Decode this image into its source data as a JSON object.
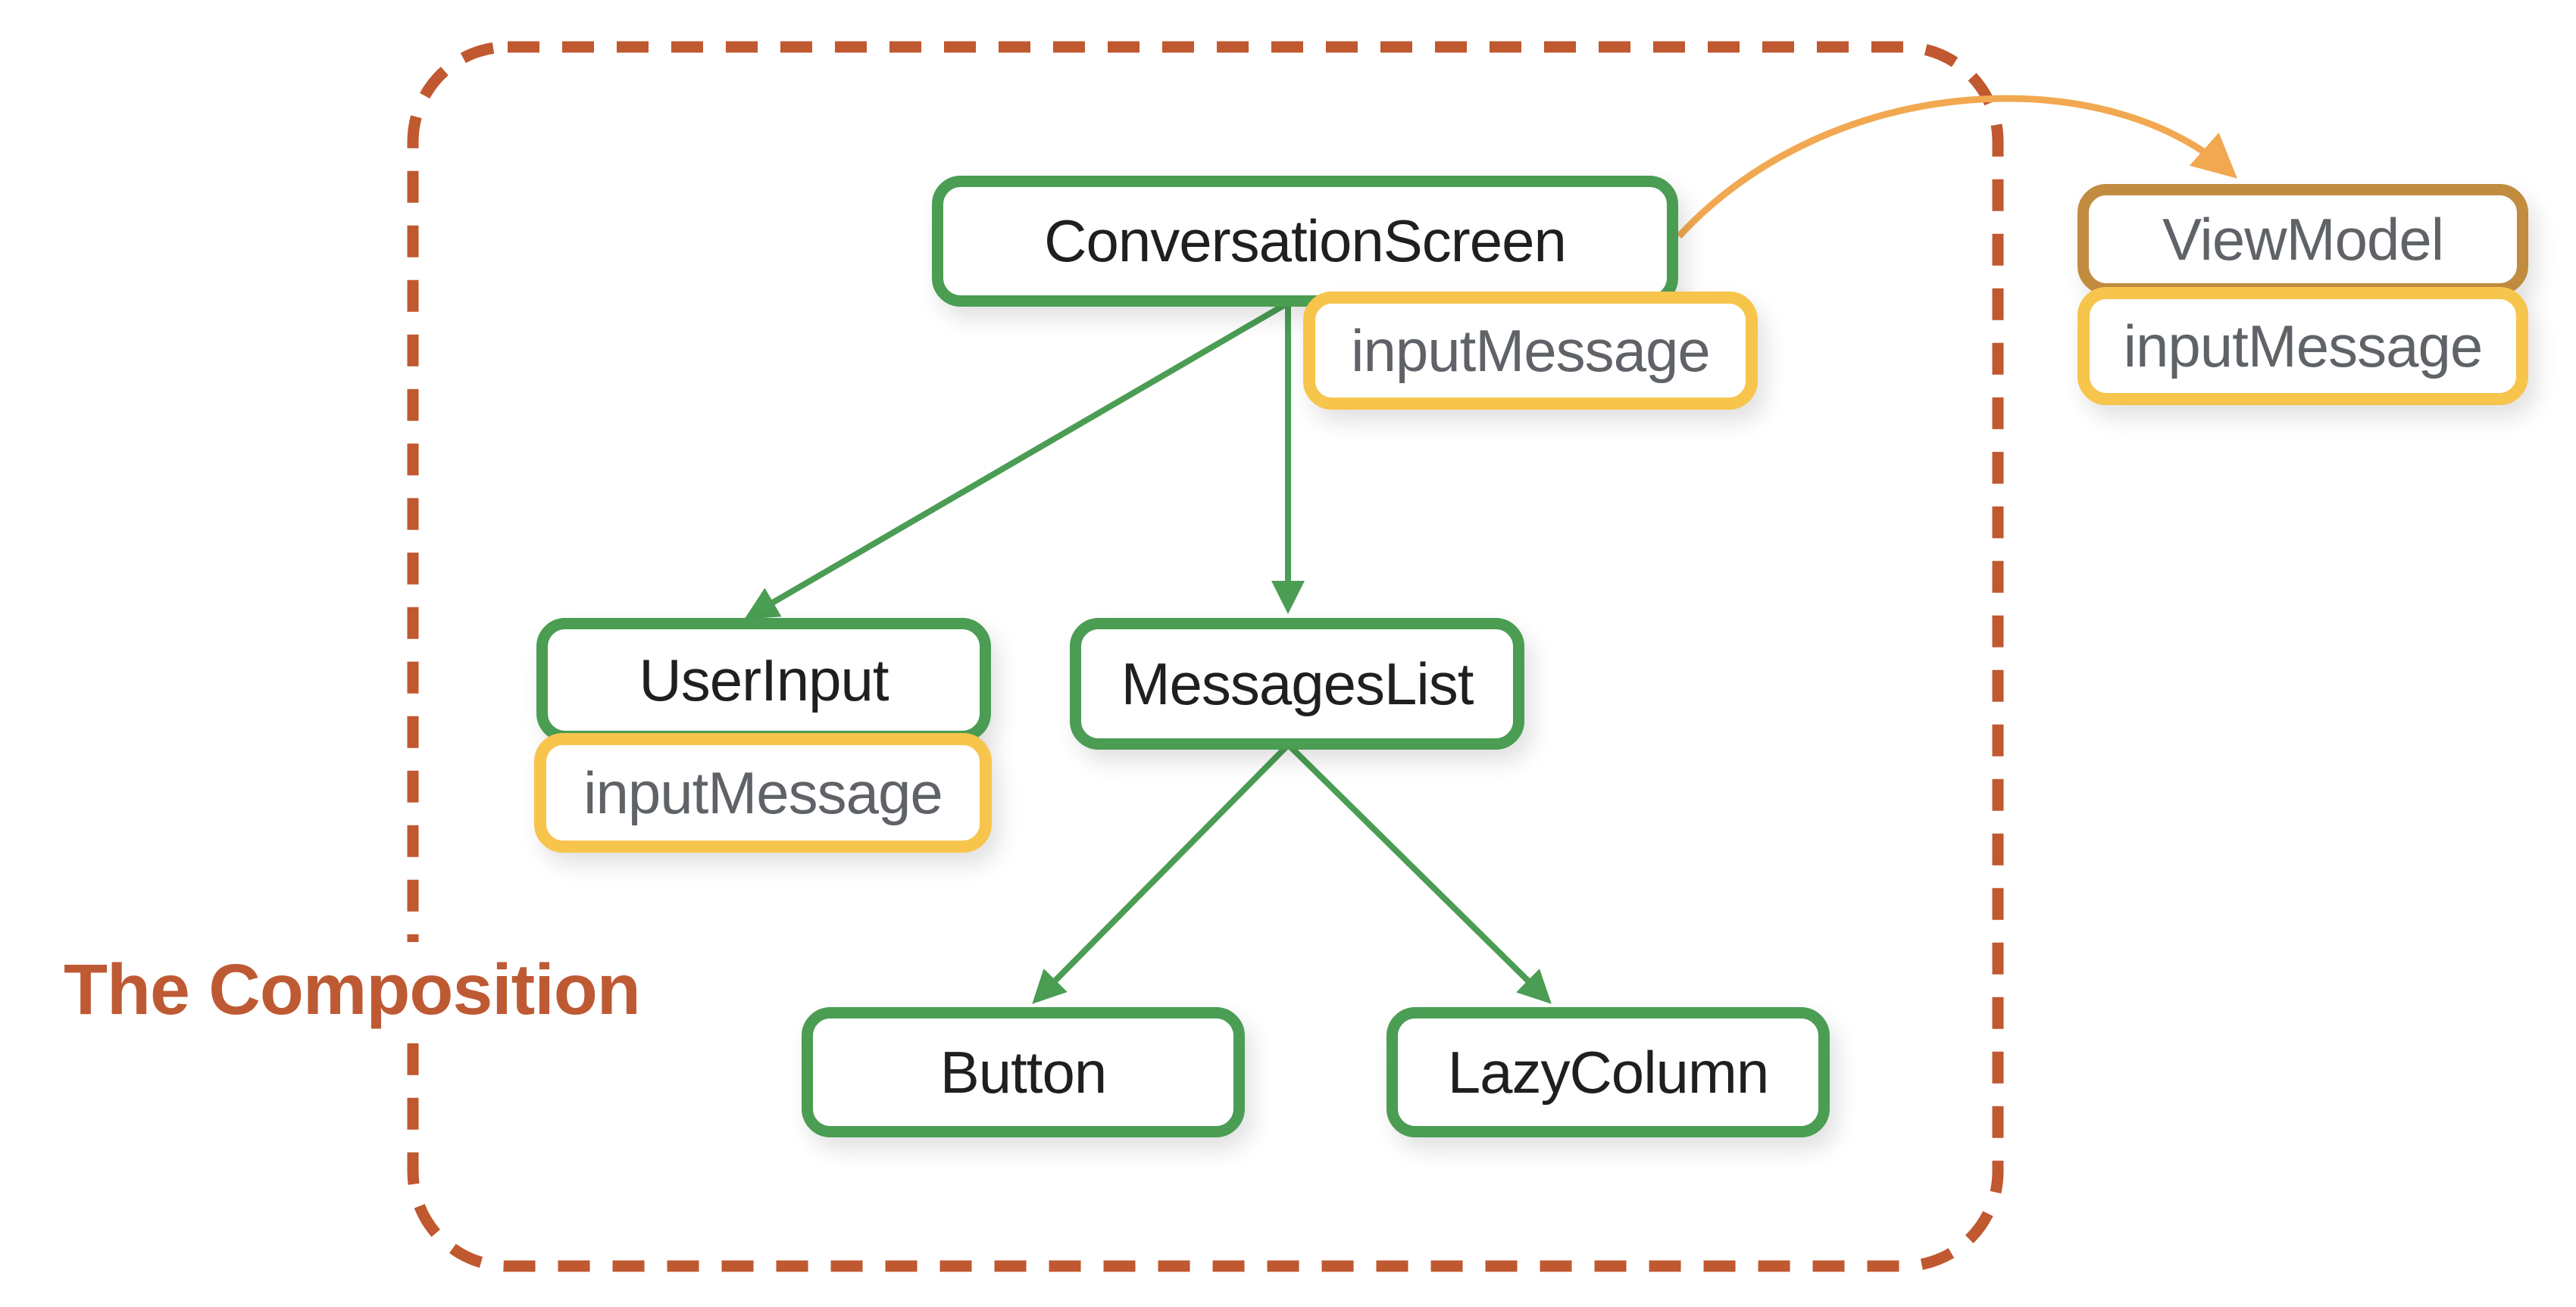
{
  "diagram": {
    "title": "The Composition",
    "nodes": [
      {
        "id": "conversation-screen",
        "label": "ConversationScreen",
        "kind": "composable"
      },
      {
        "id": "user-input",
        "label": "UserInput",
        "kind": "composable"
      },
      {
        "id": "messages-list",
        "label": "MessagesList",
        "kind": "composable"
      },
      {
        "id": "button",
        "label": "Button",
        "kind": "composable"
      },
      {
        "id": "lazy-column",
        "label": "LazyColumn",
        "kind": "composable"
      },
      {
        "id": "view-model",
        "label": "ViewModel",
        "kind": "viewmodel"
      }
    ],
    "badges": [
      {
        "attached_to": "conversation-screen",
        "label": "inputMessage"
      },
      {
        "attached_to": "user-input",
        "label": "inputMessage"
      },
      {
        "attached_to": "view-model",
        "label": "inputMessage"
      }
    ],
    "edges": [
      {
        "from": "conversation-screen",
        "to": "user-input",
        "style": "straight-green-arrow"
      },
      {
        "from": "conversation-screen",
        "to": "messages-list",
        "style": "straight-green-arrow"
      },
      {
        "from": "messages-list",
        "to": "button",
        "style": "straight-green-arrow"
      },
      {
        "from": "messages-list",
        "to": "lazy-column",
        "style": "straight-green-arrow"
      },
      {
        "from": "conversation-screen",
        "to": "view-model",
        "style": "curved-orange-arrow"
      }
    ],
    "boundary": {
      "label": "The Composition",
      "style": "dashed-rounded-rect"
    },
    "colors": {
      "composable_border": "#4A9D53",
      "state_badge_border": "#F7C44C",
      "viewmodel_border": "#C18C3F",
      "green_arrow": "#4A9D53",
      "orange_arrow": "#F2A851",
      "boundary_dash": "#C05830",
      "title_text": "#BE5A33",
      "node_text": "#1F1F1F",
      "muted_text": "#5F6368",
      "background": "#FFFFFF"
    }
  }
}
